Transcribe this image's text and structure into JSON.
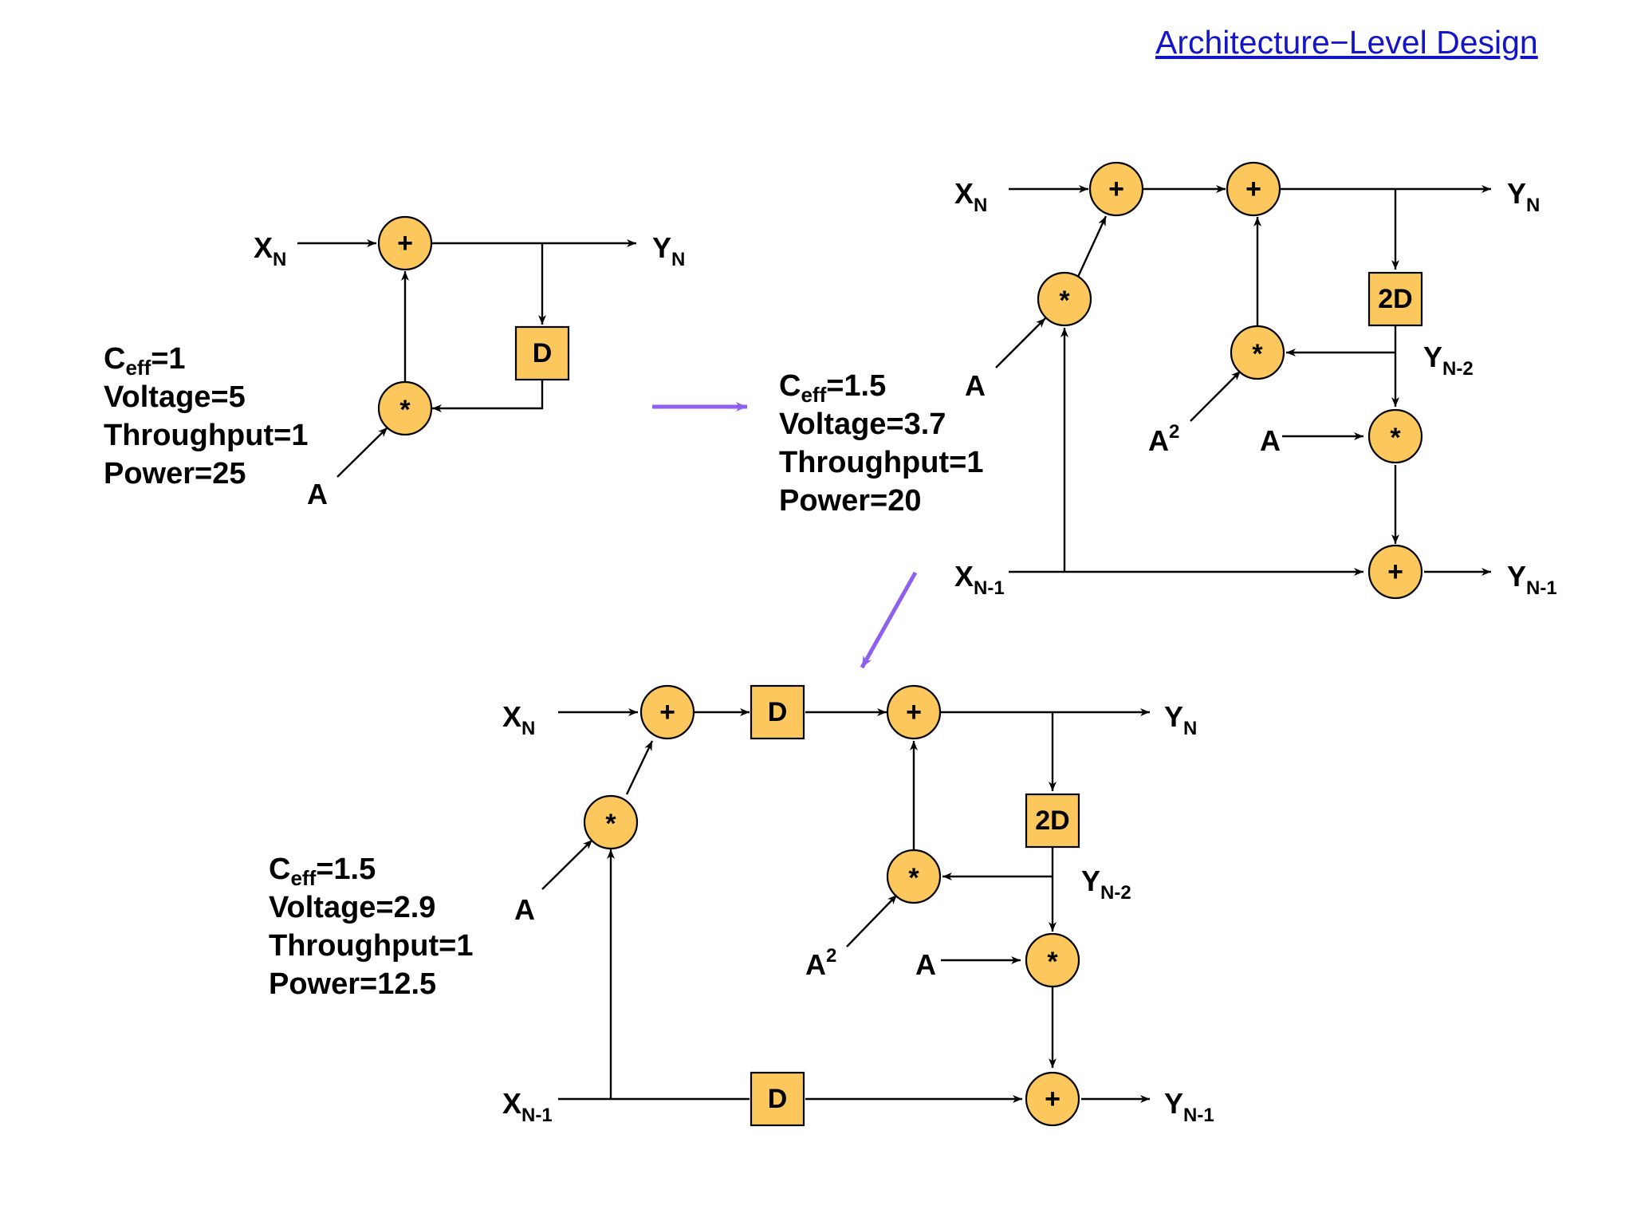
{
  "header": {
    "title": "Architecture−Level Design"
  },
  "labels": {
    "add": "+",
    "mul": "*",
    "delay": "D",
    "delay2": "2D",
    "x": "X",
    "y": "Y",
    "a": "A",
    "a_sq_exp": "2",
    "sub_n": "N",
    "sub_n1": "N-1",
    "sub_n2": "N-2"
  },
  "designs": [
    {
      "id": "original",
      "c_label": "C",
      "c_sub": "eff",
      "c_value": "=1",
      "voltage": "Voltage=5",
      "throughput": "Throughput=1",
      "power": "Power=25"
    },
    {
      "id": "parallel",
      "c_label": "C",
      "c_sub": "eff",
      "c_value": "=1.5",
      "voltage": "Voltage=3.7",
      "throughput": "Throughput=1",
      "power": "Power=20"
    },
    {
      "id": "parallel-pipelined",
      "c_label": "C",
      "c_sub": "eff",
      "c_value": "=1.5",
      "voltage": "Voltage=2.9",
      "throughput": "Throughput=1",
      "power": "Power=12.5"
    }
  ],
  "colors": {
    "node_fill": "#fcc85e",
    "transition_arrow": "#8f5ff0",
    "title_link": "#1414c8"
  }
}
